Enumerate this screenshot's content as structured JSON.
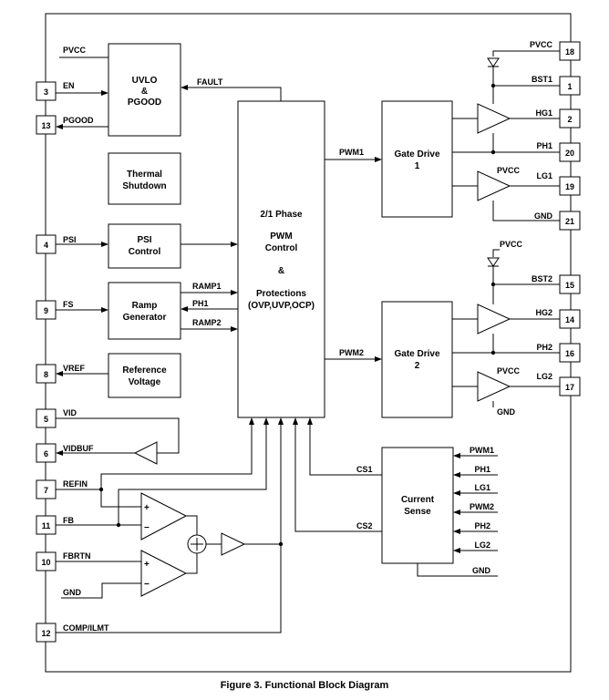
{
  "caption": "Figure 3. Functional Block Diagram",
  "blocks": {
    "uvlo": [
      "UVLO",
      "&",
      "PGOOD"
    ],
    "thermal": [
      "Thermal",
      "Shutdown"
    ],
    "psi": [
      "PSI",
      "Control"
    ],
    "ramp": [
      "Ramp",
      "Generator"
    ],
    "vref": [
      "Reference",
      "Voltage"
    ],
    "pwm": [
      "2/1 Phase",
      "PWM",
      "Control",
      "&",
      "Protections",
      "(OVP,UVP,OCP)"
    ],
    "gate1": [
      "Gate Drive",
      "1"
    ],
    "gate2": [
      "Gate Drive",
      "2"
    ],
    "current": [
      "Current",
      "Sense"
    ]
  },
  "left_pins": [
    {
      "num": "3",
      "label": "EN"
    },
    {
      "num": "13",
      "label": "PGOOD"
    },
    {
      "num": "4",
      "label": "PSI"
    },
    {
      "num": "9",
      "label": "FS"
    },
    {
      "num": "8",
      "label": "VREF"
    },
    {
      "num": "5",
      "label": "VID"
    },
    {
      "num": "6",
      "label": "VIDBUF"
    },
    {
      "num": "7",
      "label": "REFIN"
    },
    {
      "num": "11",
      "label": "FB"
    },
    {
      "num": "10",
      "label": "FBRTN"
    },
    {
      "num": "12",
      "label": "COMP/ILMT"
    }
  ],
  "right_pins": [
    {
      "num": "18",
      "label": "PVCC"
    },
    {
      "num": "1",
      "label": "BST1"
    },
    {
      "num": "2",
      "label": "HG1"
    },
    {
      "num": "20",
      "label": "PH1"
    },
    {
      "num": "19",
      "label": "LG1"
    },
    {
      "num": "21",
      "label": "GND"
    },
    {
      "num": "15",
      "label": "BST2"
    },
    {
      "num": "14",
      "label": "HG2"
    },
    {
      "num": "16",
      "label": "PH2"
    },
    {
      "num": "17",
      "label": "LG2"
    }
  ],
  "signals": {
    "pvcc_top": "PVCC",
    "fault": "FAULT",
    "ramp1": "RAMP1",
    "ph1_in": "PH1",
    "ramp2": "RAMP2",
    "pwm1": "PWM1",
    "pwm2": "PWM2",
    "pvcc_lg1": "PVCC",
    "pvcc_bst2": "PVCC",
    "pvcc_lg2": "PVCC",
    "gnd_lg2": "GND",
    "gnd_left": "GND",
    "cs1": "CS1",
    "cs2": "CS2",
    "cs_gnd": "GND",
    "minus": "−",
    "plus": "+"
  },
  "current_sense_inputs": [
    "PWM1",
    "PH1",
    "LG1",
    "PWM2",
    "PH2",
    "LG2"
  ]
}
